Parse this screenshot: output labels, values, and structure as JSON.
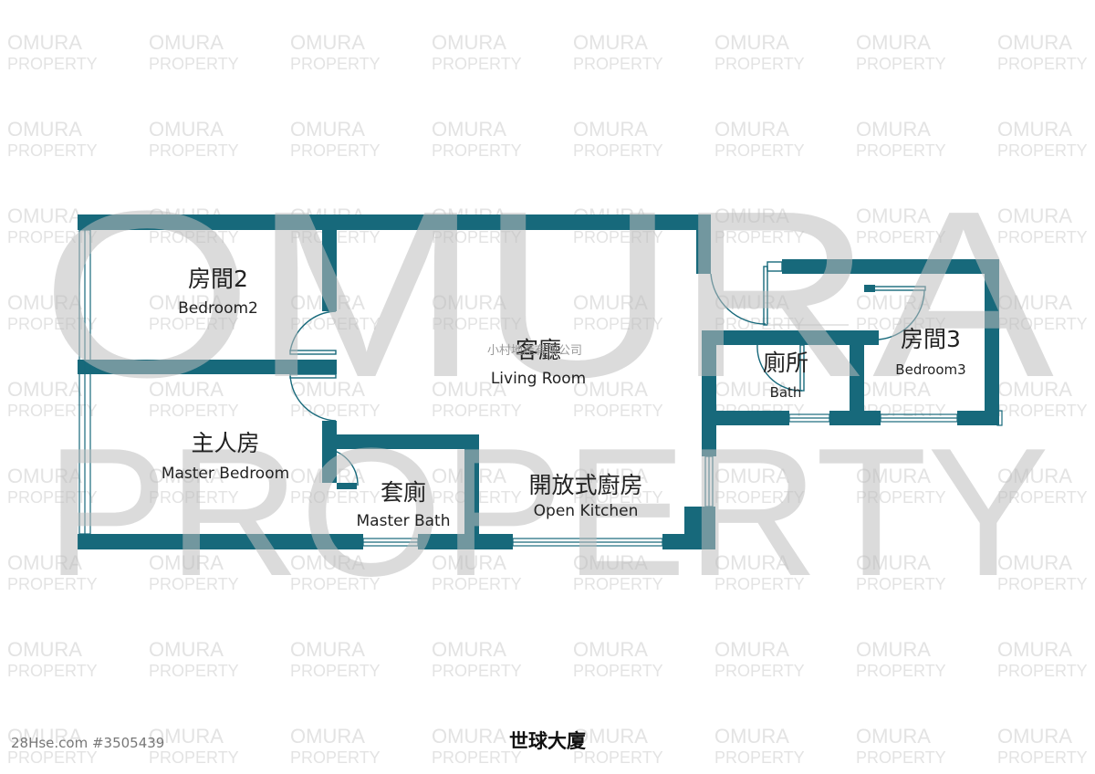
{
  "watermark": {
    "big_line1": "OMURA",
    "big_line2": "PROPERTY",
    "tile_line1": "OMURA",
    "tile_line2": "PROPERTY",
    "color": "#c8c8c8"
  },
  "wall_color": "#17697b",
  "rooms": {
    "bedroom2": {
      "zh": "房間2",
      "en": "Bedroom2"
    },
    "master_bedroom": {
      "zh": "主人房",
      "en": "Master Bedroom"
    },
    "living_room": {
      "zh": "客廳",
      "en": "Living Room"
    },
    "master_bath": {
      "zh": "套廁",
      "en": "Master Bath"
    },
    "open_kitchen": {
      "zh": "開放式廚房",
      "en": "Open Kitchen"
    },
    "bath": {
      "zh": "廁所",
      "en": "Bath"
    },
    "bedroom3": {
      "zh": "房間3",
      "en": "Bedroom3"
    }
  },
  "agency_text": "小村地產有限公司",
  "building_name": "世球大廈",
  "listing_id": "28Hse.com #3505439"
}
